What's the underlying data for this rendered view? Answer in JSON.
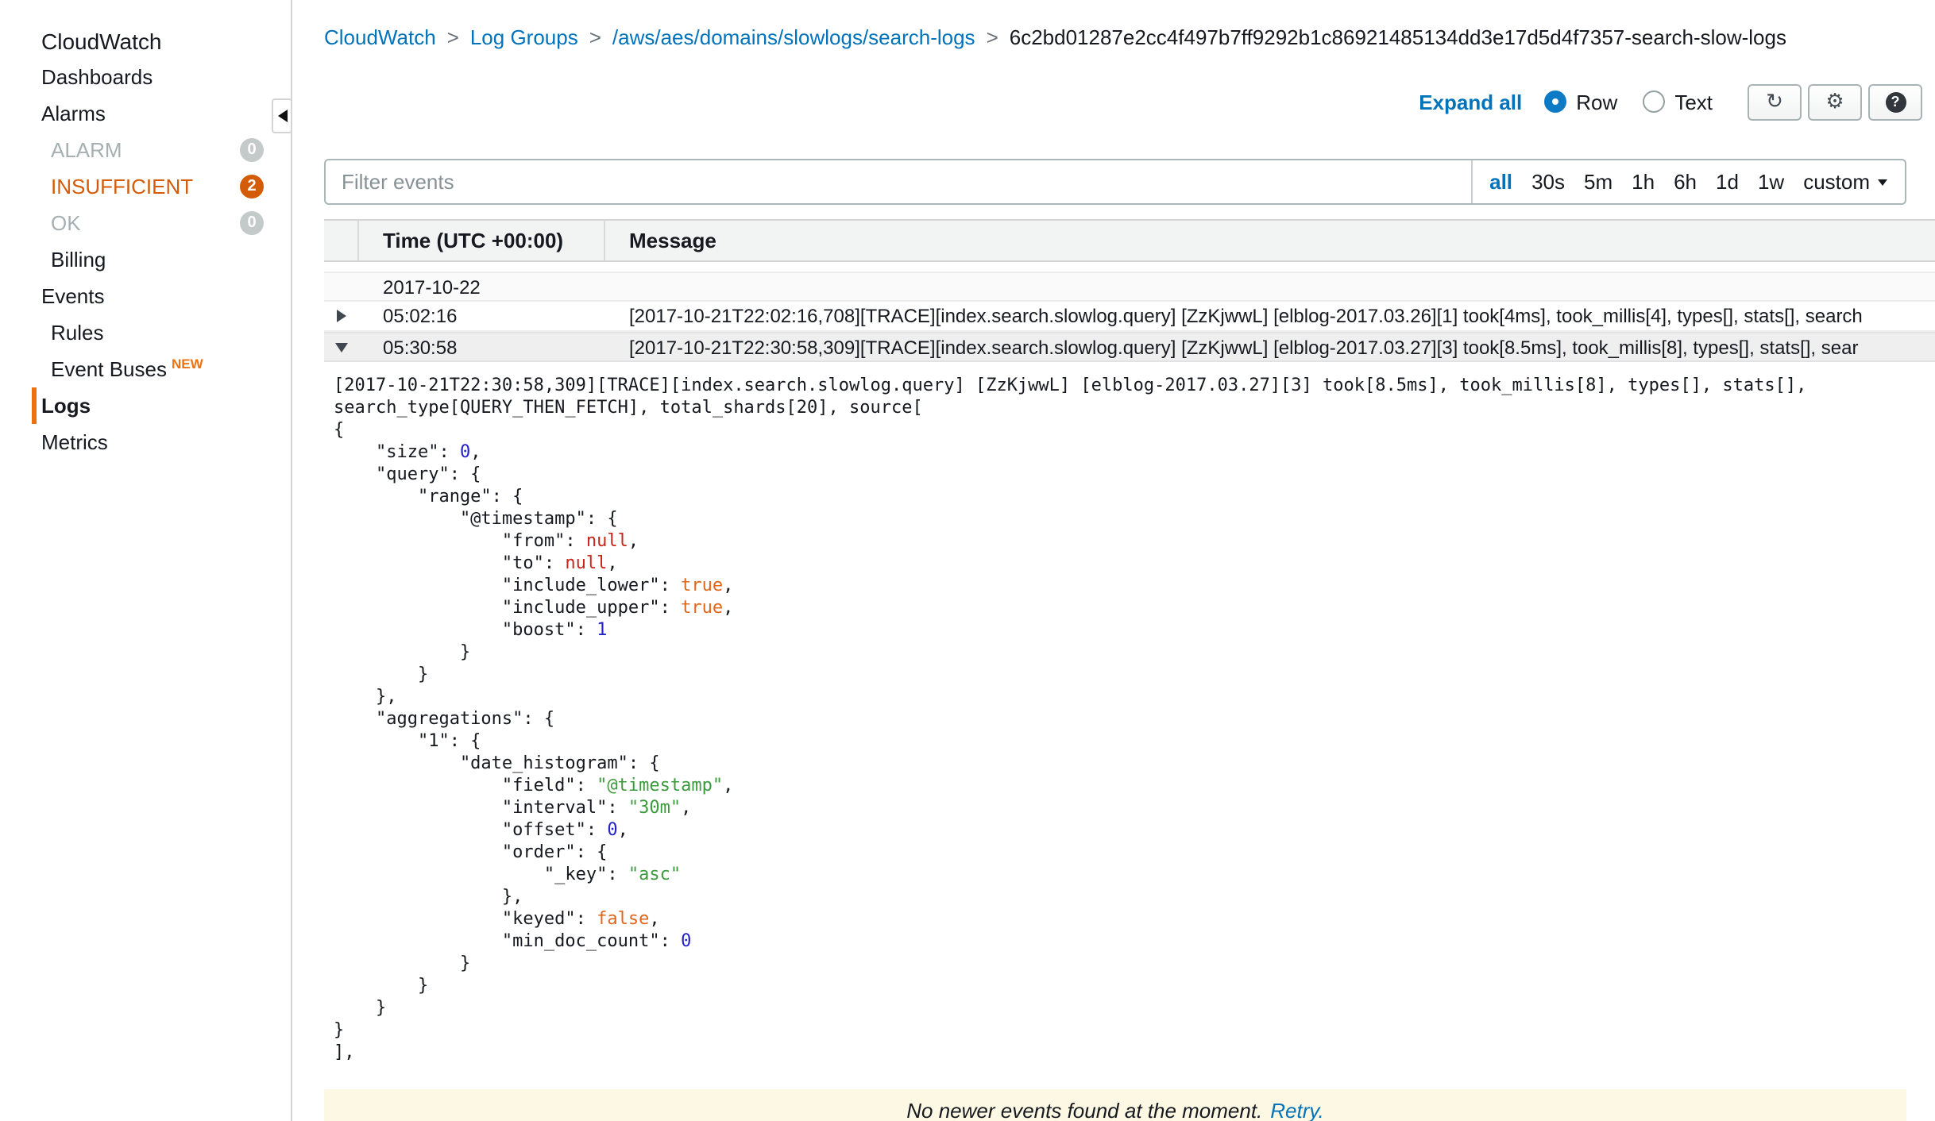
{
  "sidebar": {
    "title": "CloudWatch",
    "items": [
      {
        "label": "Dashboards",
        "level": 0
      },
      {
        "label": "Alarms",
        "level": 0
      },
      {
        "label": "ALARM",
        "level": 1,
        "muted": true,
        "badge": "0",
        "badge_color": "gray"
      },
      {
        "label": "INSUFFICIENT",
        "level": 1,
        "orange": true,
        "badge": "2",
        "badge_color": "orange"
      },
      {
        "label": "OK",
        "level": 1,
        "muted": true,
        "badge": "0",
        "badge_color": "gray"
      },
      {
        "label": "Billing",
        "level": 1
      },
      {
        "label": "Events",
        "level": 0
      },
      {
        "label": "Rules",
        "level": 1
      },
      {
        "label": "Event Buses",
        "level": 1,
        "tag": "NEW"
      },
      {
        "label": "Logs",
        "level": 0,
        "selected": true
      },
      {
        "label": "Metrics",
        "level": 0
      }
    ]
  },
  "breadcrumb": {
    "separator": ">",
    "items": [
      "CloudWatch",
      "Log Groups",
      "/aws/aes/domains/slowlogs/search-logs",
      "6c2bd01287e2cc4f497b7ff9292b1c86921485134dd3e17d5d4f7357-search-slow-logs"
    ]
  },
  "toolbar": {
    "expand_all": "Expand all",
    "row_label": "Row",
    "text_label": "Text",
    "icons": {
      "refresh": "↻",
      "settings": "⚙",
      "help": "?"
    }
  },
  "filter": {
    "placeholder": "Filter events",
    "ranges": [
      "all",
      "30s",
      "5m",
      "1h",
      "6h",
      "1d",
      "1w",
      "custom"
    ],
    "active_range": "all"
  },
  "table": {
    "col_time": "Time (UTC +00:00)",
    "col_message": "Message",
    "date_row": "2017-10-22",
    "rows": [
      {
        "expanded": false,
        "time": "05:02:16",
        "message": "[2017-10-21T22:02:16,708][TRACE][index.search.slowlog.query] [ZzKjwwL] [elblog-2017.03.26][1] took[4ms], took_millis[4], types[], stats[], search"
      },
      {
        "expanded": true,
        "time": "05:30:58",
        "message": "[2017-10-21T22:30:58,309][TRACE][index.search.slowlog.query] [ZzKjwwL] [elblog-2017.03.27][3] took[8.5ms], took_millis[8], types[], stats[], sear"
      }
    ]
  },
  "expanded_event": {
    "lines": [
      [
        [
          "t",
          "[2017-10-21T22:30:58,309][TRACE][index.search.slowlog.query] [ZzKjwwL] [elblog-2017.03.27][3] took[8.5ms], took_millis[8], types[], stats[],"
        ]
      ],
      [
        [
          "t",
          "search_type[QUERY_THEN_FETCH], total_shards[20], source["
        ]
      ],
      [
        [
          "t",
          "{"
        ]
      ],
      [
        [
          "t",
          "    \"size\": "
        ],
        [
          "n",
          "0"
        ],
        [
          "t",
          ","
        ]
      ],
      [
        [
          "t",
          "    \"query\": {"
        ]
      ],
      [
        [
          "t",
          "        \"range\": {"
        ]
      ],
      [
        [
          "t",
          "            \"@timestamp\": {"
        ]
      ],
      [
        [
          "t",
          "                \"from\": "
        ],
        [
          "u",
          "null"
        ],
        [
          "t",
          ","
        ]
      ],
      [
        [
          "t",
          "                \"to\": "
        ],
        [
          "u",
          "null"
        ],
        [
          "t",
          ","
        ]
      ],
      [
        [
          "t",
          "                \"include_lower\": "
        ],
        [
          "b",
          "true"
        ],
        [
          "t",
          ","
        ]
      ],
      [
        [
          "t",
          "                \"include_upper\": "
        ],
        [
          "b",
          "true"
        ],
        [
          "t",
          ","
        ]
      ],
      [
        [
          "t",
          "                \"boost\": "
        ],
        [
          "n",
          "1"
        ]
      ],
      [
        [
          "t",
          "            }"
        ]
      ],
      [
        [
          "t",
          "        }"
        ]
      ],
      [
        [
          "t",
          "    },"
        ]
      ],
      [
        [
          "t",
          "    \"aggregations\": {"
        ]
      ],
      [
        [
          "t",
          "        \"1\": {"
        ]
      ],
      [
        [
          "t",
          "            \"date_histogram\": {"
        ]
      ],
      [
        [
          "t",
          "                \"field\": "
        ],
        [
          "s",
          "\"@timestamp\""
        ],
        [
          "t",
          ","
        ]
      ],
      [
        [
          "t",
          "                \"interval\": "
        ],
        [
          "s",
          "\"30m\""
        ],
        [
          "t",
          ","
        ]
      ],
      [
        [
          "t",
          "                \"offset\": "
        ],
        [
          "n",
          "0"
        ],
        [
          "t",
          ","
        ]
      ],
      [
        [
          "t",
          "                \"order\": {"
        ]
      ],
      [
        [
          "t",
          "                    \"_key\": "
        ],
        [
          "s",
          "\"asc\""
        ]
      ],
      [
        [
          "t",
          "                },"
        ]
      ],
      [
        [
          "t",
          "                \"keyed\": "
        ],
        [
          "b",
          "false"
        ],
        [
          "t",
          ","
        ]
      ],
      [
        [
          "t",
          "                \"min_doc_count\": "
        ],
        [
          "n",
          "0"
        ]
      ],
      [
        [
          "t",
          "            }"
        ]
      ],
      [
        [
          "t",
          "        }"
        ]
      ],
      [
        [
          "t",
          "    }"
        ]
      ],
      [
        [
          "t",
          "}"
        ]
      ],
      [
        [
          "t",
          "],"
        ]
      ]
    ]
  },
  "footer": {
    "message": "No newer events found at the moment.",
    "retry_label": "Retry."
  },
  "colors": {
    "link_blue": "#0073bb",
    "aws_orange": "#ec7211",
    "alarm_orange": "#d45b07",
    "footer_yellow": "#fcf8e3"
  }
}
